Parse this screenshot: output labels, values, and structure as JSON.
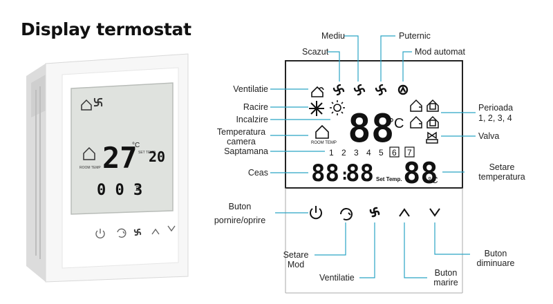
{
  "title": "Display termostat",
  "device": {
    "lcd": {
      "temperature": "27",
      "unit": "°C",
      "room_temp_label": "ROOM TEMP",
      "set_temp_label": "SET TEMP",
      "set_temperature": "20",
      "clock": "0 0 3",
      "day": "2"
    }
  },
  "diagram": {
    "display": {
      "main_temp": "88",
      "unit": "°C",
      "room_temp_label": "ROOM TEMP",
      "days": [
        "1",
        "2",
        "3",
        "4",
        "5"
      ],
      "weekend_days": [
        "6",
        "7"
      ],
      "clock_hours": "88",
      "clock_minutes": "88",
      "clock_sep": ":",
      "set_temp_label": "Set Temp.",
      "set_temp_value": "88",
      "set_temp_unit": "°C"
    },
    "labels": {
      "mediu": "Mediu",
      "puternic": "Puternic",
      "scazut": "Scazut",
      "mod_automat": "Mod automat",
      "ventilatie": "Ventilatie",
      "racire": "Racire",
      "incalzire": "Incalzire",
      "temperatura_camera_1": "Temperatura",
      "temperatura_camera_2": "camera",
      "saptamana": "Saptamana",
      "ceas": "Ceas",
      "perioada_1": "Perioada",
      "perioada_2": "1, 2, 3, 4",
      "valva": "Valva",
      "setare_temperatura_1": "Setare",
      "setare_temperatura_2": "temperatura",
      "buton_pornire_1": "Buton",
      "buton_pornire_2": "pornire/oprire",
      "setare_mod_1": "Setare",
      "setare_mod_2": "Mod",
      "ventilatie_btn": "Ventilatie",
      "buton_marire_1": "Buton",
      "buton_marire_2": "marire",
      "buton_diminuare_1": "Buton",
      "buton_diminuare_2": "diminuare"
    },
    "line_color": "#29a3c4"
  }
}
